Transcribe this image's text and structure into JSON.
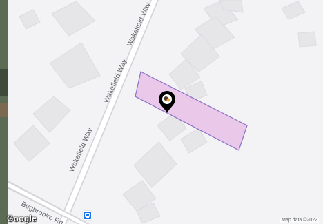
{
  "map": {
    "streets": [
      {
        "name": "Wakefield Way"
      },
      {
        "name": "Wakefield Way"
      },
      {
        "name": "Wakefield Way"
      },
      {
        "name": "Bugbrooke Rd"
      }
    ],
    "attribution": "Map data ©2022",
    "logo": "Google",
    "marker_icon": "location-pin-icon",
    "bus_stop_icon": "bus-stop-icon",
    "colors": {
      "background": "#f3f3f5",
      "building": "#e6e6e9",
      "building_stroke": "#dcdce0",
      "road": "#ffffff",
      "road_edge": "#d6d6da",
      "highlight_fill": "#e6bfe6",
      "highlight_stroke": "#8a6fc4",
      "marker": "#000000",
      "bus_stop": "#1a73e8"
    }
  }
}
